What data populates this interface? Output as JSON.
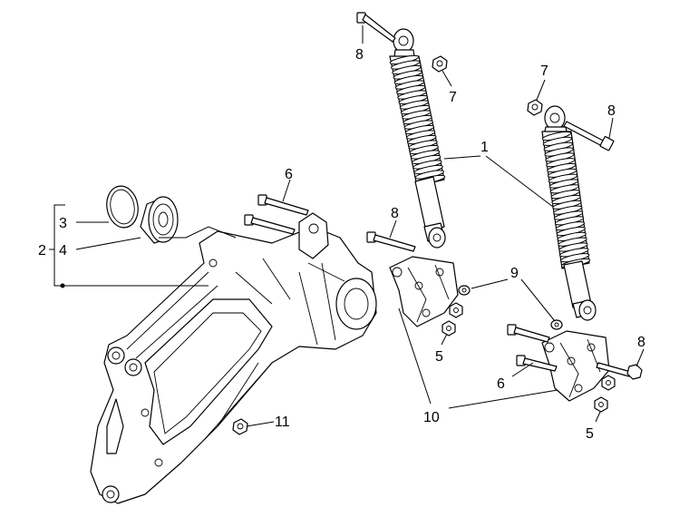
{
  "callouts": {
    "c1": "1",
    "c2": "2",
    "c3": "3",
    "c4": "4",
    "c5a": "5",
    "c5b": "5",
    "c6a": "6",
    "c6b": "6",
    "c7a": "7",
    "c7b": "7",
    "c8a": "8",
    "c8b": "8",
    "c8c": "8",
    "c8d": "8",
    "c9": "9",
    "c10": "10",
    "c11": "11"
  }
}
